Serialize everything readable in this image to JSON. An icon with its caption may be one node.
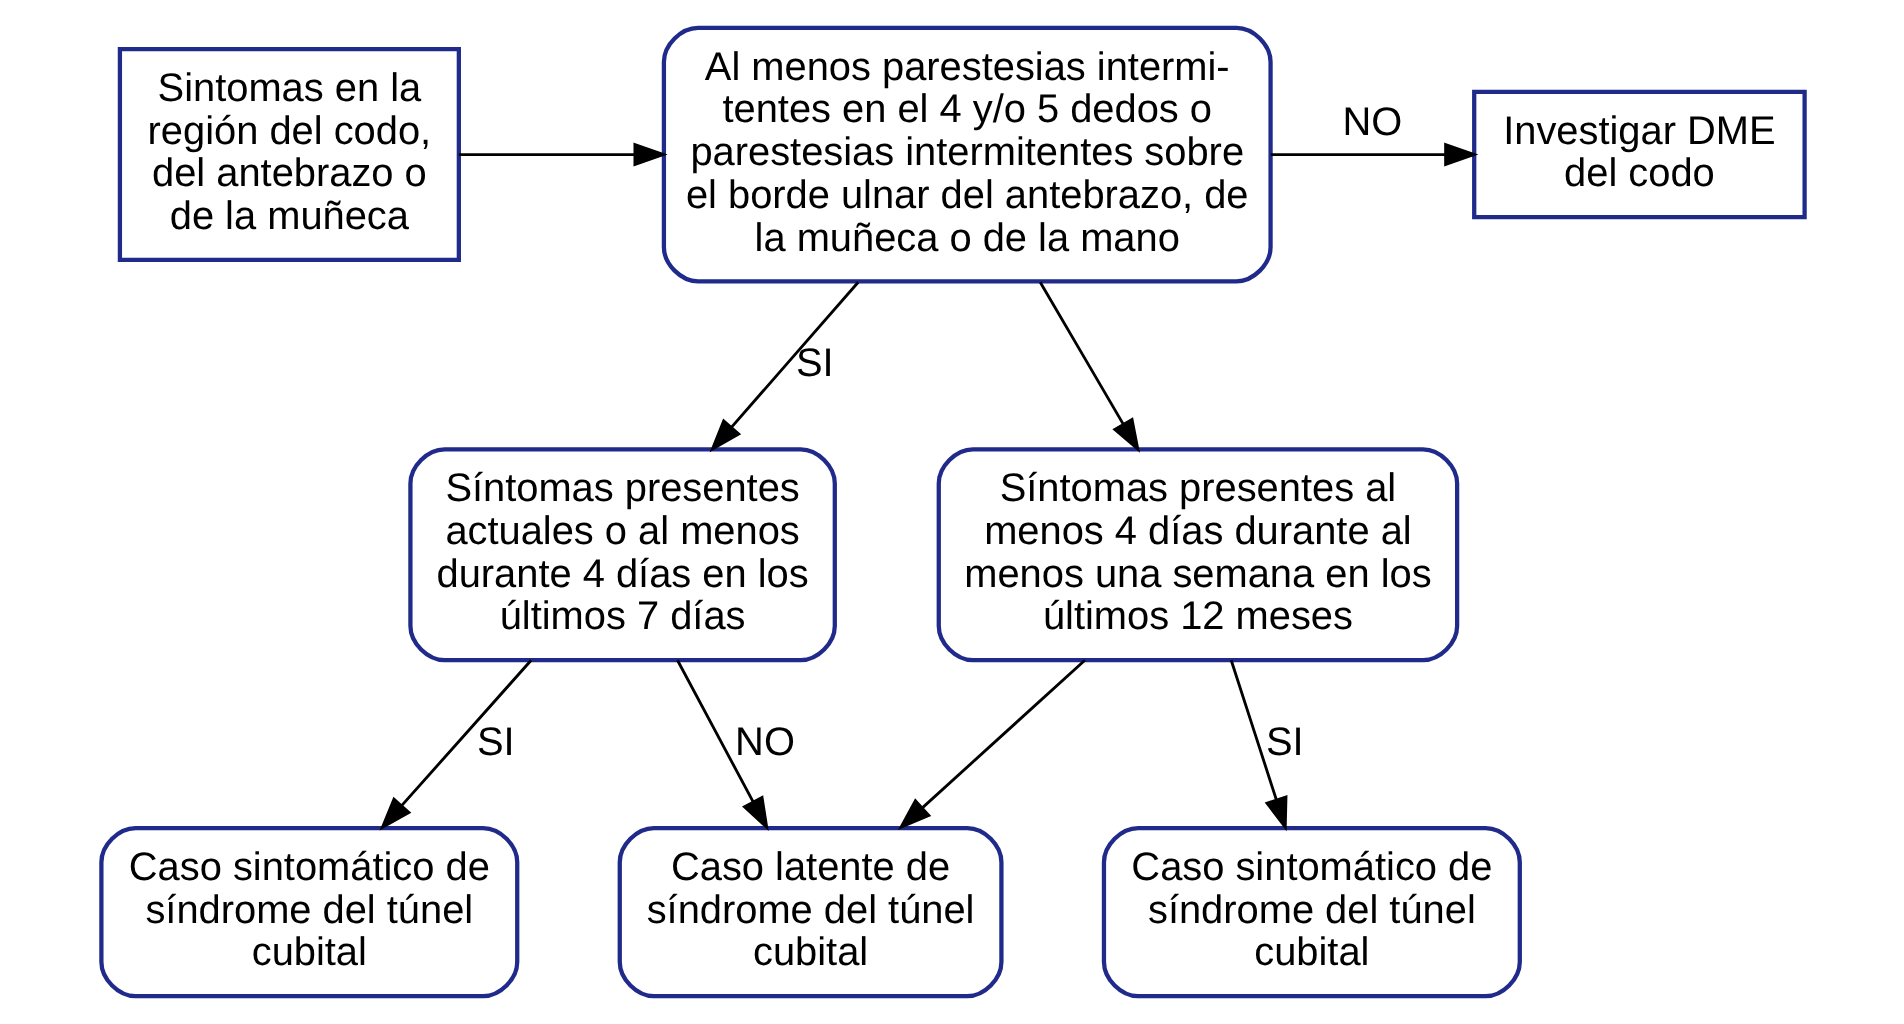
{
  "diagram": {
    "nodes": [
      {
        "text": [
          "Sintomas en la región del codo, del antebrazo o de la muñeca"
        ]
      },
      {
        "text": [
          "Al menos parestesias intermi-tentes en el 4 y/o 5 dedos o parestesias intermitentes sobre el borde ulnar del antebrazo, de la muñeca o de la mano"
        ]
      },
      {
        "text": [
          "Investigar DME del codo"
        ]
      },
      {
        "text": [
          "Síntomas presentes actuales o al menos durante 4 días en los últimos 7 días"
        ]
      },
      {
        "text": [
          "Síntomas presentes al menos 4 días durante al menos una semana en los últimos 12 meses"
        ]
      },
      {
        "text": [
          "Caso sintomático de síndrome del túnel cubital"
        ]
      },
      {
        "text": [
          "Caso latente de síndrome del túnel cubital"
        ]
      },
      {
        "text": [
          "Caso sintomático de síndrome del túnel cubital"
        ]
      }
    ],
    "edges": [
      {
        "from": 0,
        "to": 1,
        "arrow": "to"
      },
      {
        "from": 1,
        "to": 2,
        "arrow": "to",
        "label": "NO"
      },
      {
        "from": 1,
        "to": 3,
        "arrow": "to",
        "label": "SI"
      },
      {
        "from": 1,
        "to": 4,
        "arrow": "to"
      },
      {
        "from": 3,
        "to": 5,
        "arrow": "to",
        "label": "SI"
      },
      {
        "from": 3,
        "to": 6,
        "arrow": "to",
        "label": "NO"
      },
      {
        "from": 4,
        "to": 6,
        "arrow": "to"
      },
      {
        "from": 4,
        "to": 7,
        "arrow": "to",
        "label": "SI"
      }
    ]
  }
}
